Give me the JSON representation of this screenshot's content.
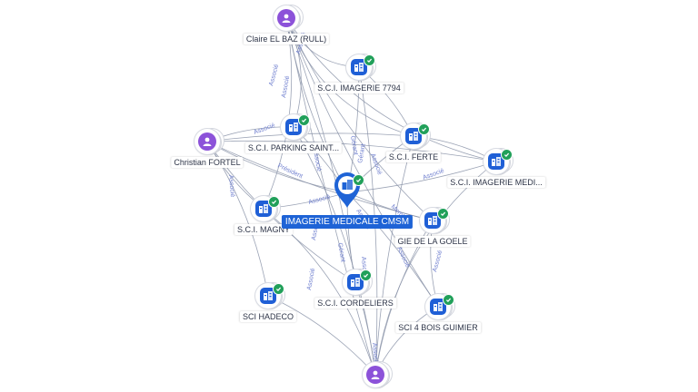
{
  "graph": {
    "central": {
      "label": "IMAGERIE MEDICALE CMSM",
      "icon": "company-icon",
      "verified": true
    },
    "nodes": {
      "claire": {
        "label": "Claire EL BAZ (RULL)",
        "icon": "person-icon"
      },
      "imagerie7794": {
        "label": "S.C.I. IMAGERIE 7794",
        "icon": "company-icon",
        "verified": true
      },
      "parking": {
        "label": "S.C.I. PARKING SAINT...",
        "icon": "company-icon",
        "verified": true
      },
      "christian": {
        "label": "Christian FORTEL",
        "icon": "person-icon"
      },
      "ferte": {
        "label": "S.C.I. FERTE",
        "icon": "company-icon",
        "verified": true
      },
      "imagerieMedi": {
        "label": "S.C.I. IMAGERIE MEDI...",
        "icon": "company-icon",
        "verified": true
      },
      "magny": {
        "label": "S.C.I. MAGNY",
        "icon": "company-icon",
        "verified": true
      },
      "goele": {
        "label": "GIE DE LA GOELE",
        "icon": "company-icon",
        "verified": true
      },
      "hadeco": {
        "label": "SCI HADECO",
        "icon": "company-icon",
        "verified": true
      },
      "cordeliers": {
        "label": "S.C.I. CORDELIERS",
        "icon": "company-icon",
        "verified": true
      },
      "boisGuimier": {
        "label": "SCI 4 BOIS GUIMIER",
        "icon": "company-icon",
        "verified": true
      },
      "bottomPerson": {
        "label": "",
        "icon": "person-icon"
      }
    },
    "edge_labels": [
      "Associé",
      "Associé",
      "Associé",
      "Président",
      "Associé",
      "Associé",
      "Membre",
      "Associé",
      "Gérant",
      "Associé",
      "Gérant",
      "Associé",
      "Associé",
      "Associé",
      "Associé",
      "Associé",
      "Associé",
      "Associé",
      "Associé",
      "Gérant",
      "Associé"
    ],
    "colors": {
      "company": "#1f5fd6",
      "person": "#8c52d9",
      "verified": "#21a05a",
      "edge": "#8a93a8",
      "edge_label": "#6f7fcf"
    }
  }
}
